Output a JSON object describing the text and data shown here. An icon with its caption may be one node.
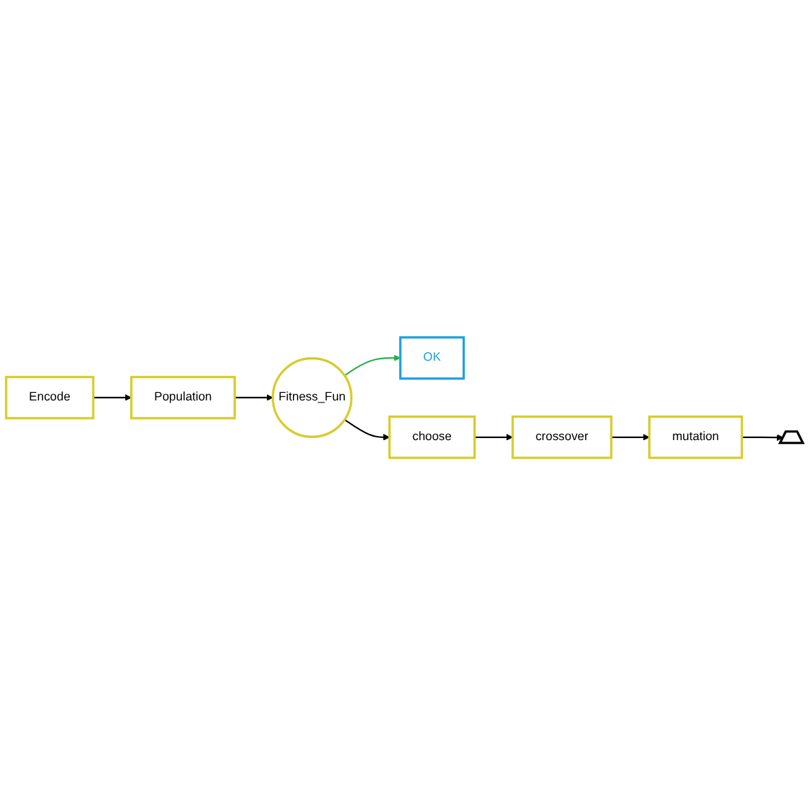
{
  "diagram": {
    "nodes": [
      {
        "text": [
          "Encode"
        ]
      },
      {
        "text": [
          "Population"
        ]
      },
      {
        "text": [],
        "shape": "trapezoid"
      },
      {
        "text": [
          "OK"
        ]
      },
      {
        "text": [
          "Fitness_Fun"
        ]
      },
      {
        "text": [
          "choose"
        ]
      },
      {
        "text": [
          "crossover"
        ]
      },
      {
        "text": [
          "mutation"
        ]
      }
    ],
    "edges": [
      {
        "from": 0,
        "to": 1,
        "arrow": "to"
      },
      {
        "from": 1,
        "to": 4,
        "arrow": "to"
      },
      {
        "from": 4,
        "to": 3,
        "arrow": "to",
        "color": "#22b14c"
      },
      {
        "from": 4,
        "to": 5,
        "arrow": "to"
      },
      {
        "from": 5,
        "to": 6,
        "arrow": "to"
      },
      {
        "from": 6,
        "to": 7,
        "arrow": "to"
      },
      {
        "from": 7,
        "to": 2,
        "arrow": "to"
      }
    ]
  }
}
